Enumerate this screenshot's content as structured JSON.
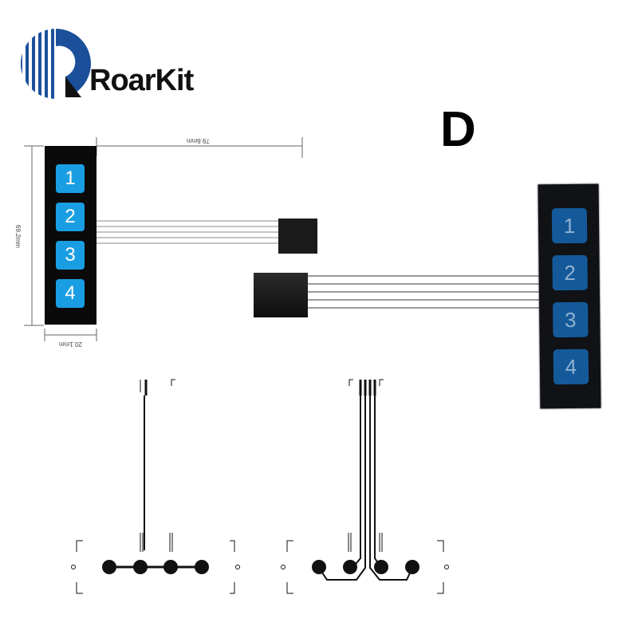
{
  "branding": {
    "name": "RoarKit"
  },
  "variant_label": "D",
  "keypad_diagram": {
    "keys": [
      "1",
      "2",
      "3",
      "4"
    ],
    "dimensions": {
      "length": "79.6mm",
      "height": "69.2mm",
      "width": "20.1mm"
    }
  },
  "keypad_photo": {
    "keys": [
      "1",
      "2",
      "3",
      "4"
    ]
  },
  "colors": {
    "key_flat": "#1a9ee3",
    "key_photo": "#145a9a",
    "pad": "#0a0a0a"
  }
}
